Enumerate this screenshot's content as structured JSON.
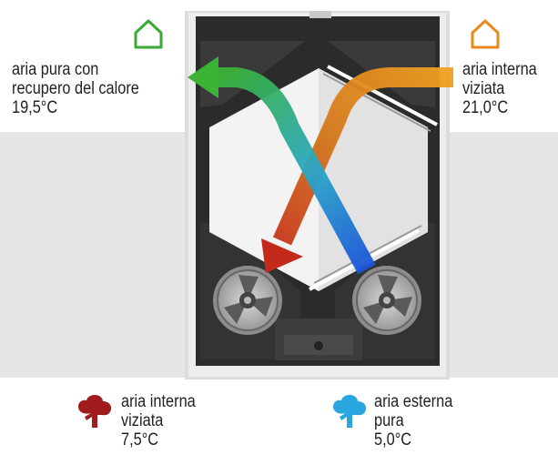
{
  "labels": {
    "supply_air": {
      "line1": "aria pura con",
      "line2": "recupero del calore",
      "temp": "19,5°C"
    },
    "extract_air": {
      "line1": "aria interna",
      "line2": "viziata",
      "temp": "21,0°C"
    },
    "exhaust_air": {
      "line1": "aria interna",
      "line2": "viziata",
      "temp": "7,5°C"
    },
    "outdoor_air": {
      "line1": "aria esterna",
      "line2": "pura",
      "temp": "5,0°C"
    }
  },
  "icons": {
    "supply_air": "house-icon",
    "extract_air": "house-icon",
    "exhaust_air": "tree-icon",
    "outdoor_air": "tree-icon"
  },
  "colors": {
    "supply": "#3aa935",
    "extract": "#e88a1a",
    "exhaust": "#a01b1b",
    "outdoor": "#29a6e0"
  }
}
